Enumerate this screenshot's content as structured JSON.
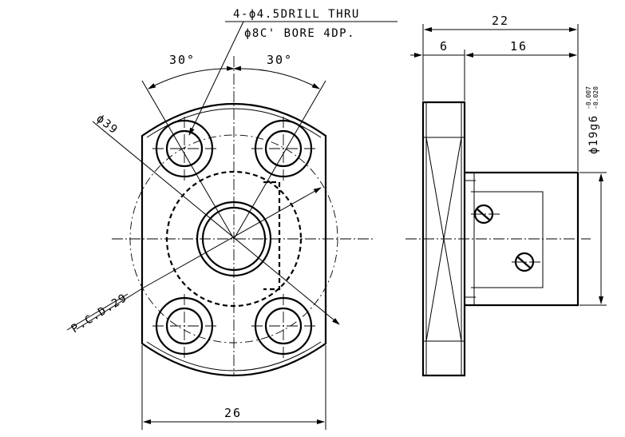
{
  "labels": {
    "note_line1": "4-ϕ4.5DRILL THRU",
    "note_line2": "ϕ8C' BORE 4DP.",
    "angle_left": "30°",
    "angle_right": "30°",
    "dia_39": "ϕ39",
    "pcd": "P.C.D.29",
    "width_26": "26",
    "len_22": "22",
    "len_6": "6",
    "len_16": "16",
    "fit_main": "ϕ19g6",
    "tol_upper": "-0.007",
    "tol_lower": "-0.020"
  }
}
